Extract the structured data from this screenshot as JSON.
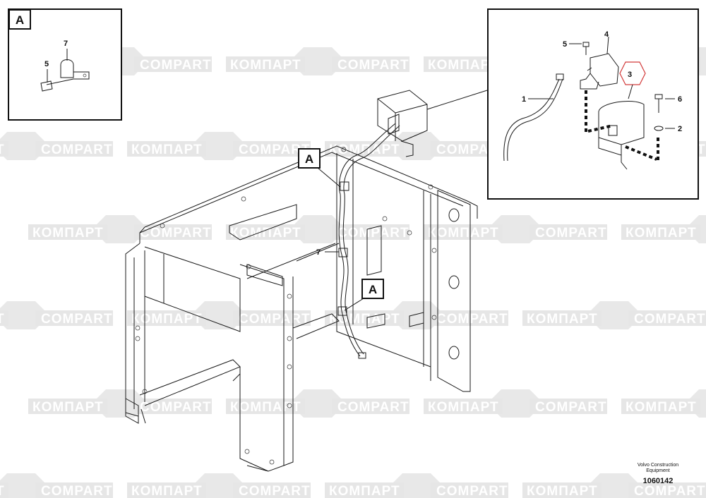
{
  "watermark": {
    "left": "КОМПАРТ",
    "right": "COMPART"
  },
  "section_label": "A",
  "callouts": {
    "part1": "1",
    "part2": "2",
    "part3": "3",
    "part4": "4",
    "part5": "5",
    "part6": "6",
    "part7": "7"
  },
  "footer": {
    "brand_line1": "Volvo Construction",
    "brand_line2": "Equipment",
    "doc_number": "1060142"
  },
  "colors": {
    "line": "#1a1a1a",
    "watermark": "#e6e6e6",
    "highlight": "#d23a3a"
  }
}
